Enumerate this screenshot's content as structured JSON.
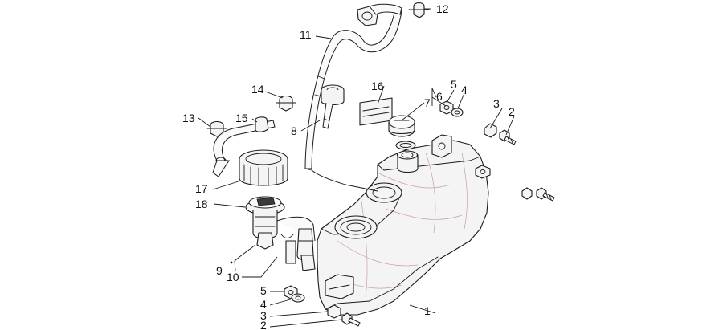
{
  "callouts": [
    {
      "id": "c1",
      "text": "1"
    },
    {
      "id": "c2a",
      "text": "2"
    },
    {
      "id": "c3a",
      "text": "3"
    },
    {
      "id": "c4a",
      "text": "4"
    },
    {
      "id": "c5a",
      "text": "5"
    },
    {
      "id": "c6",
      "text": "6"
    },
    {
      "id": "c7",
      "text": "7"
    },
    {
      "id": "c8",
      "text": "8"
    },
    {
      "id": "c9",
      "text": "9"
    },
    {
      "id": "c10",
      "text": "10"
    },
    {
      "id": "c11",
      "text": "11"
    },
    {
      "id": "c12",
      "text": "12"
    },
    {
      "id": "c13",
      "text": "13"
    },
    {
      "id": "c14",
      "text": "14"
    },
    {
      "id": "c15",
      "text": "15"
    },
    {
      "id": "c16",
      "text": "16"
    },
    {
      "id": "c17",
      "text": "17"
    },
    {
      "id": "c18",
      "text": "18"
    },
    {
      "id": "c5b",
      "text": "5"
    },
    {
      "id": "c4b",
      "text": "4"
    },
    {
      "id": "c3b",
      "text": "3"
    },
    {
      "id": "c2b",
      "text": "2"
    }
  ]
}
